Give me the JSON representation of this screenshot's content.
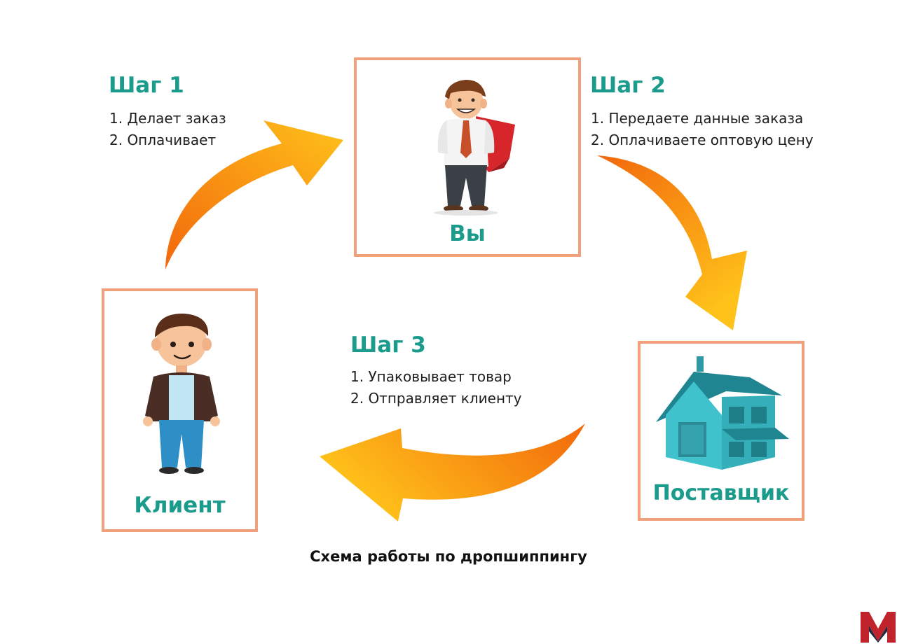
{
  "steps": [
    {
      "title": "Шаг 1",
      "lines": [
        "1. Делает заказ",
        "2. Оплачивает"
      ]
    },
    {
      "title": "Шаг 2",
      "lines": [
        "1. Передаете данные заказа",
        "2. Оплачиваете оптовую цену"
      ]
    },
    {
      "title": "Шаг 3",
      "lines": [
        "1. Упаковывает товар",
        "2. Отправляет клиенту"
      ]
    }
  ],
  "nodes": {
    "you": {
      "label": "Вы",
      "icon": "superhero-man-icon"
    },
    "client": {
      "label": "Клиент",
      "icon": "client-man-icon"
    },
    "supplier": {
      "label": "Поставщик",
      "icon": "house-icon"
    }
  },
  "caption": "Схема работы по дропшиппингу",
  "colors": {
    "accent_text": "#1a9b8c",
    "box_border": "#f0a07a",
    "arrow_start": "#f2680c",
    "arrow_end": "#ffc21a",
    "house": "#3fc2cc",
    "logo": "#c0232c"
  },
  "logo": {
    "icon": "m-logo-icon"
  }
}
